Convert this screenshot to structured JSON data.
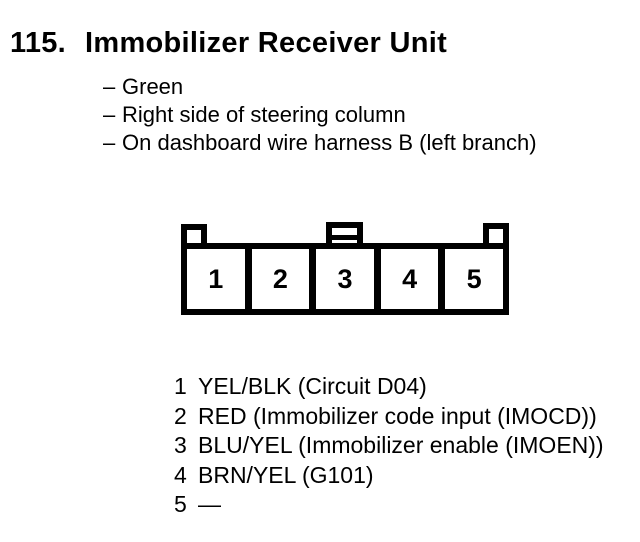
{
  "colors": {
    "background": "#ffffff",
    "ink": "#000000"
  },
  "title": {
    "number": "115.",
    "text": "Immobilizer Receiver Unit"
  },
  "notes": {
    "bullet": "–",
    "items": [
      "Green",
      "Right side of steering column",
      "On dashboard wire harness B (left branch)"
    ]
  },
  "connector": {
    "cavities": [
      "1",
      "2",
      "3",
      "4",
      "5"
    ]
  },
  "pinout": {
    "rows": [
      {
        "pin": "1",
        "desc": "YEL/BLK (Circuit D04)"
      },
      {
        "pin": "2",
        "desc": "RED (Immobilizer code input (IMOCD))"
      },
      {
        "pin": "3",
        "desc": "BLU/YEL (Immobilizer enable (IMOEN))"
      },
      {
        "pin": "4",
        "desc": "BRN/YEL (G101)"
      },
      {
        "pin": "5",
        "desc": "—"
      }
    ]
  }
}
